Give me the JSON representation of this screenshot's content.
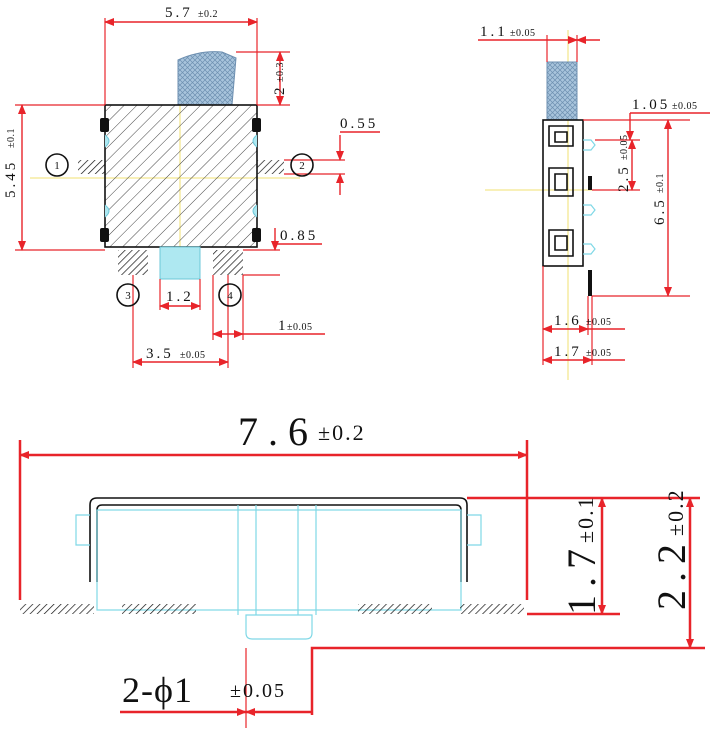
{
  "top_left_view": {
    "width_dim": {
      "value": "5.7",
      "tol": "±0.2"
    },
    "lever_dim": {
      "value": "2",
      "tol": "±0.3"
    },
    "height_dim": {
      "value": "5.45",
      "tol": "±0.1"
    },
    "gap_dim": {
      "value": "0.55"
    },
    "pad_dim": {
      "value": "0.85"
    },
    "center_dim": {
      "value": "1.2"
    },
    "pitch_dim": {
      "value": "3.5",
      "tol": "±0.05"
    },
    "pad_width_dim": {
      "value": "1",
      "tol": "±0.05"
    },
    "pin_labels": [
      "1",
      "2",
      "3",
      "4"
    ]
  },
  "top_right_view": {
    "top_dim": {
      "value": "1.1",
      "tol": "±0.05"
    },
    "right_dim": {
      "value": "1.05",
      "tol": "±0.05"
    },
    "mid_dim": {
      "value": "2.5",
      "tol": "±0.05"
    },
    "length_dim": {
      "value": "6.5",
      "tol": "±0.1"
    },
    "w1_dim": {
      "value": "1.6",
      "tol": "±0.05"
    },
    "w2_dim": {
      "value": "1.7",
      "tol": "±0.05"
    }
  },
  "bottom_view": {
    "length_dim": {
      "value": "7.6",
      "tol": "±0.2"
    },
    "height1_dim": {
      "value": "1.7",
      "tol": "±0.1"
    },
    "height2_dim": {
      "value": "2.2",
      "tol": "±0.2"
    },
    "hole_dim": {
      "value": "2-ϕ1",
      "tol": "±0.05"
    }
  },
  "colors": {
    "dimension": "#e8242a",
    "outline": "#111111",
    "hidden": "#7fd8e6",
    "centerline": "#f0e070"
  }
}
